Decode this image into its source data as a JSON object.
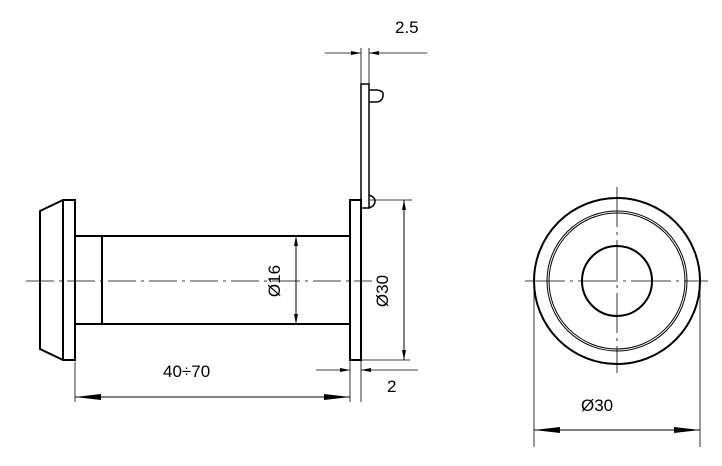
{
  "drawing": {
    "side_view": {
      "plate_thickness_dim": "2.5",
      "flange_thickness_dim": "2",
      "barrel_diameter_dim": "Ø16",
      "flange_diameter_dim": "Ø30",
      "length_range_dim": "40÷70"
    },
    "front_view": {
      "outer_diameter_dim": "Ø30"
    },
    "colors": {
      "line": "#000000",
      "background": "#ffffff"
    }
  }
}
